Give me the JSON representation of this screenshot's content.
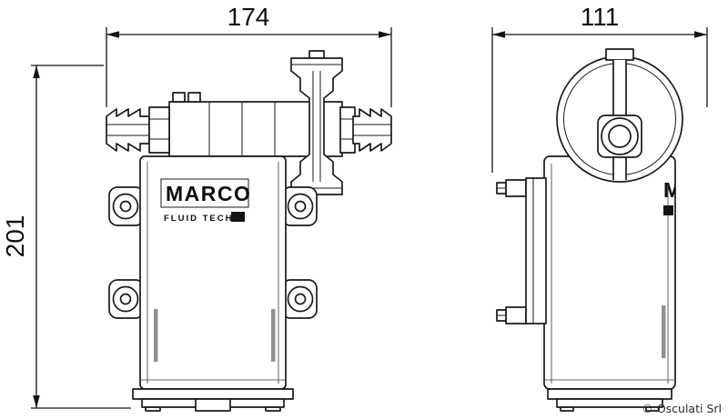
{
  "dimensions": {
    "front_width": "174",
    "side_width": "111",
    "height": "201"
  },
  "logo": {
    "brand": "MARCO",
    "sub": "FLUID TECH",
    "partial_side": "M"
  },
  "credit": "© Osculati Srl",
  "colors": {
    "line": "#1a1a1a",
    "background": "#ffffff",
    "text": "#101010"
  }
}
